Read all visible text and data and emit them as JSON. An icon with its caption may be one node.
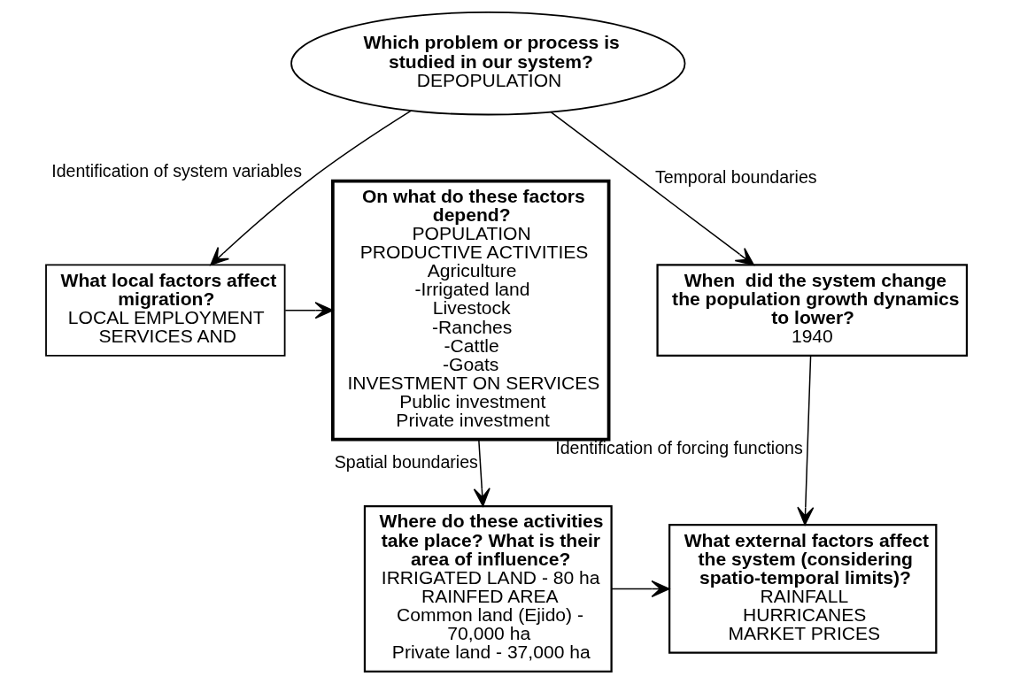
{
  "diagram": {
    "nodes": [
      {
        "text": [
          "Which problem or process is studied in our system?",
          "DEPOPULATION"
        ]
      },
      {
        "text": [
          "When  did the system change the population growth dynamics to lower?",
          "1940"
        ]
      },
      {
        "text": [
          "What local factors affect migration?",
          "LOCAL EMPLOYMENT",
          "SERVICES AND"
        ]
      },
      {
        "text": [
          "On what do these factors depend?",
          "POPULATION",
          "PRODUCTIVE ACTIVITIES",
          "Agriculture",
          "-Irrigated land",
          "Livestock",
          "-Ranches",
          "-Cattle",
          "-Goats",
          "INVESTMENT ON SERVICES",
          "Public investment",
          "Private investment"
        ]
      },
      {
        "text": [
          "What external factors affect the system (considering spatio-temporal limits)?",
          "RAINFALL",
          "HURRICANES",
          "MARKET PRICES"
        ]
      },
      {
        "text": [
          "Where do these activities take place? What is their area of influence?",
          "IRRIGATED LAND - 80 ha",
          "RAINFED AREA",
          "Common land (Ejido) - 70,000 ha",
          "Private land - 37,000 ha"
        ]
      }
    ],
    "edges": [
      {
        "from": 0,
        "to": 1,
        "arrow": "to",
        "label": "Temporal boundaries"
      },
      {
        "from": 0,
        "to": 2,
        "arrow": "to",
        "label": "Identification of system variables"
      },
      {
        "from": 2,
        "to": 3,
        "arrow": "to"
      },
      {
        "from": 1,
        "to": 4,
        "arrow": "to",
        "label": "Identification of forcing functions"
      },
      {
        "from": 3,
        "to": 5,
        "arrow": "to",
        "label": "Spatial boundaries"
      },
      {
        "from": 5,
        "to": 4,
        "arrow": "to"
      }
    ]
  }
}
